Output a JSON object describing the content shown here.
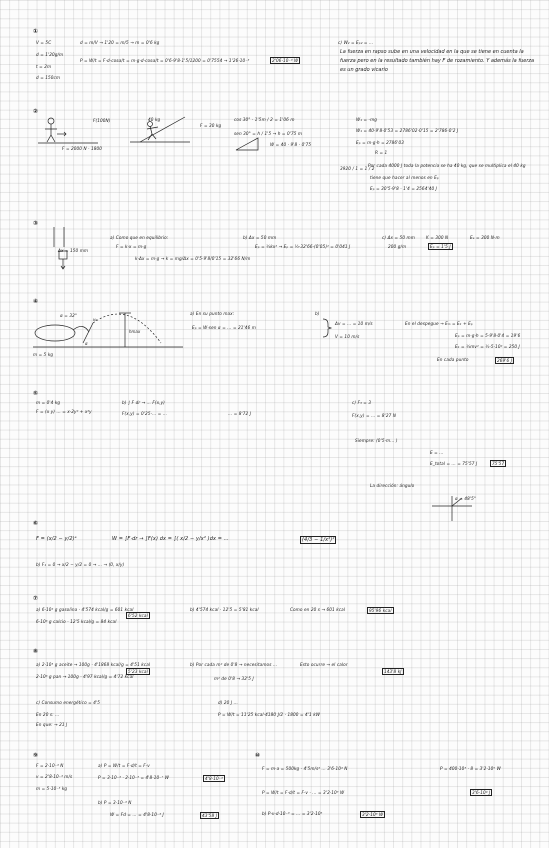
{
  "p1": {
    "num": "①",
    "g1": "V = 5C",
    "g2": "d = 1'20g/m",
    "g3": "t = 2m",
    "g4": "d = 150cm",
    "l1": "d = m/V → 1'20 = m/5 → m = 0'6 kg",
    "l2": "P = W/t = F·d·cosα/t = m·g·d·cosα/t = 0'6·9'8·1'5/1200 = 0'7554 → 1'26·10⁻³",
    "l3": "0'7554",
    "l4": "2'06·10⁻³ W",
    "c1": "c) W₂ = Eₚ₂ = ...",
    "txt": "La fuerza en rapso sube en una velocidad en la que se tiene en cuenta la fuerza pero en la resultado también hay F de rozamiento. Y además la fuerza es un grado vicario"
  },
  "p2": {
    "num": "②",
    "a1": "F(100N)",
    "a2": "F = 2000 N · 1800",
    "b1": "F = 30 kg",
    "b2": "40 kg",
    "c1": "cos 30° · 1'5m / 2 = 1'06 m",
    "c2": "sen 30° = h / 1'5 → h = 0'75 m",
    "c3": "W = 40 · 9'8 · 0'75",
    "d1": "W₁ = -mg",
    "d2": "W₁ = 40·9'8·0'53 = 2786'02·0'15 = 2'786·0'2 J",
    "d3": "Eₚ = m·g·h = 2786'03",
    "d4": "R = 1",
    "d5": "Por cada 4000 J toda la potencia se ha 40 kg, que se multiplica el 40 kg",
    "d6": "tiene que hacer al menos en Eₚ",
    "d7": "Eₚ = 30'5·9'8 · 1'4 = 2564'40 J",
    "d8": "3920 / 1 = 1 / 2",
    "box": "2564'40 J"
  },
  "p3": {
    "num": "③",
    "lbl": "Δx = 150 mm",
    "a": "a) Como que en equilibrio:",
    "a1": "F = k·x = m·g",
    "a2": "k·Δx = m·g → k = mg/Δx = 0'5·9'8/0'15 = 32'66 N/m",
    "b": "b) Δx = 50 mm",
    "b1": "Eₚ = ½kx² → Eₚ = ½·32'66·(0'05)² = 0'041 J",
    "c": "c) Δx = 50 mm",
    "c1": "200 g/m",
    "d": "K = 300 N",
    "d1": "Eₚ = 1'5 J",
    "e": "Eₑ = 300 N·m"
  },
  "p4": {
    "num": "④",
    "lbl1": "α = 32°",
    "lbl2": "m = 5 kg",
    "a": "a) En su punto max:",
    "a1": "Eₚ = W·sen α = ... = 21'46 m",
    "b": "b)",
    "c1": "Δv = ... = 10 m/s",
    "c2": "En el despegue → Eₘ = Eₖ + Eₚ",
    "c3": "V = 10 m/s",
    "c4": "En cada punto",
    "c5": "Eₚ = m·g·h = 5·9'8·0'4 = 19'6",
    "c6": "Eₖ = ½mv² = ½·5·10² = 250 J",
    "box": "269'6 J"
  },
  "p5": {
    "num": "⑤",
    "a1": "m = 0'4 kg",
    "a2": "F = (x y) ... = x·2y² + x²y",
    "b": "b) ∫ F dr → ... F(x,y)",
    "b1": "F(x,y) = 0'25·... = ...",
    "b2": "... = 8'72 J",
    "c": "c) F₃ = 3",
    "c1": "F(x,y) = ... = 8'27 N",
    "c2": "Siempre: (0'5·m... )",
    "c3": "E = ...",
    "c4": "E_total = ... = 75'57 J",
    "c5": "La dirección: ángulo",
    "c6": "α = 48'5°",
    "box": "75'57"
  },
  "p6": {
    "num": "⑥",
    "l1": "F = (x/2 − y/2)ᵉ",
    "l2": "W = ∫F·dr → ∫F(x) dx = ∫( x/2 − y/x² )dx = ...",
    "l3": "b) F₁ = 0 → x/2 − y/2 = 0 → ... → (0, x/y)",
    "box": "(4/3 − 1/x²)²"
  },
  "p7": {
    "num": "⑦",
    "a1": "a) 6·10² g gasolina · 4'574 kcal/g = 601 kcal",
    "a2": "6·10³ g calcio · 12'5 kcal/g = 84 kcal",
    "b": "b) 4'574 kcal · 12'5 = 5'81 kcal",
    "b1": "Como en 20 s → 601 kcal",
    "box1": "6'52 kcal",
    "box2": "95'96 kcal"
  },
  "p8": {
    "num": "⑧",
    "a": "a) 2·10³ g aceite → 100g · 4'1868 kcal/g = 4'51 kcal",
    "a1": "2·10³ g pan → 100g · 4'97 kcal/g = 4'72 kcal",
    "b": "b) Por cada m² de 0'8 → necesitamos ...",
    "b1": "m² de 0'8 → 32'5 J",
    "c": "Esto ocurre → el calor",
    "box1": "5'23 kcal",
    "box2": "143'8 kJ",
    "c1": "c) Consumo energético = 4'5",
    "c2": "En 20 s: ...",
    "c3": "En que: → 21 J",
    "d": "d) 20 J ...",
    "d1": "P = W/t = 11'25 kcal·4180 J/2 · 1800 = 4'1 kW"
  },
  "p9": {
    "num": "⑨",
    "a1": "F = 2·10⁻⁴ N",
    "a2": "v = 2'8·10⁻⁴ m/s",
    "a3": "m = 5·10⁻³ kg",
    "b": "a) P = W/t = F·d/t = F·v",
    "b1": "P = 3·10⁻⁴ · 2·10⁻³ = 4'8·10⁻⁷ W",
    "c": "b) P = 3·10⁻⁴ N",
    "c1": "W = Fd = ... = 4'8·10⁻⁴ J",
    "box": "43'58 J",
    "box2": "4'8·10⁻⁴"
  },
  "p10": {
    "num": "⑩",
    "a": "F = m·a = 500kg · 4'5m/s² ... 3'6·10⁴ N",
    "a1": "P = 400·10³ · 8 = 3'2·10⁶ W",
    "b": "P = W/t = F·d/t = F·v · ... = 3'2·10⁶ W",
    "c": "b) P·ν·d·10⁻³ = ... = 3'2·10⁵",
    "box1": "3'2·10⁶ W",
    "box2": "3'6·10⁴ J"
  }
}
